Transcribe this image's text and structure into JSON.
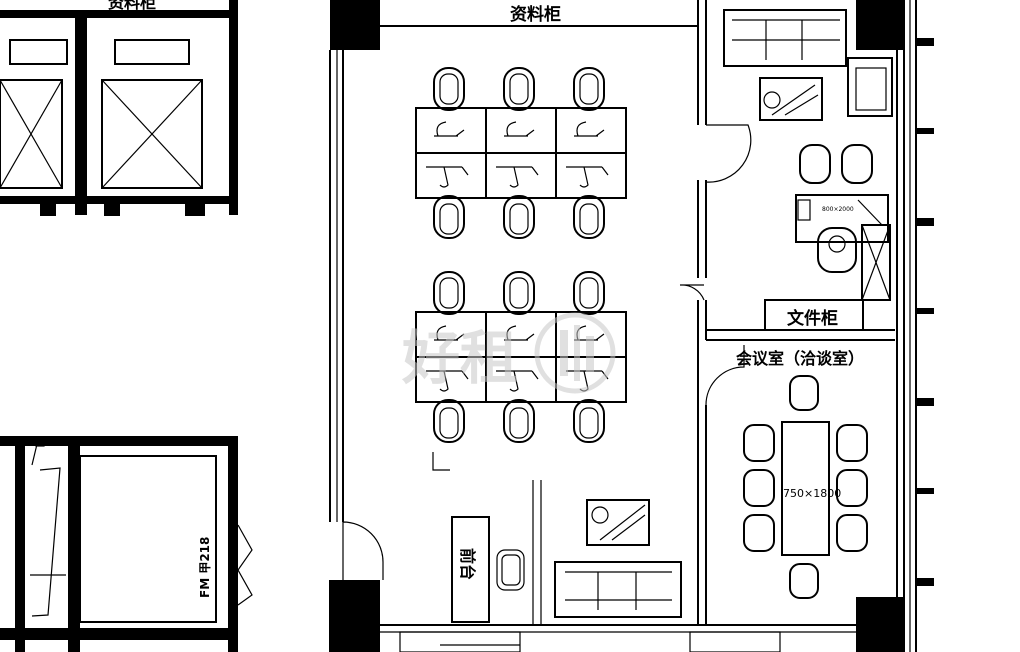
{
  "labels": {
    "top_cabinet": "资料柜",
    "top_left_cabinet": "资料柜",
    "file_cabinet": "文件柜",
    "meeting_room": "会议室（洽谈室）",
    "front_desk": "前台",
    "table_size": "750×1800",
    "desk_size": "800×2000",
    "fire_hydrant": "FM 甲218"
  },
  "watermark": {
    "text": "好租",
    "logo": "logo-icon"
  },
  "colors": {
    "line": "#000000",
    "background": "#ffffff",
    "watermark": "#c8c8c8"
  }
}
